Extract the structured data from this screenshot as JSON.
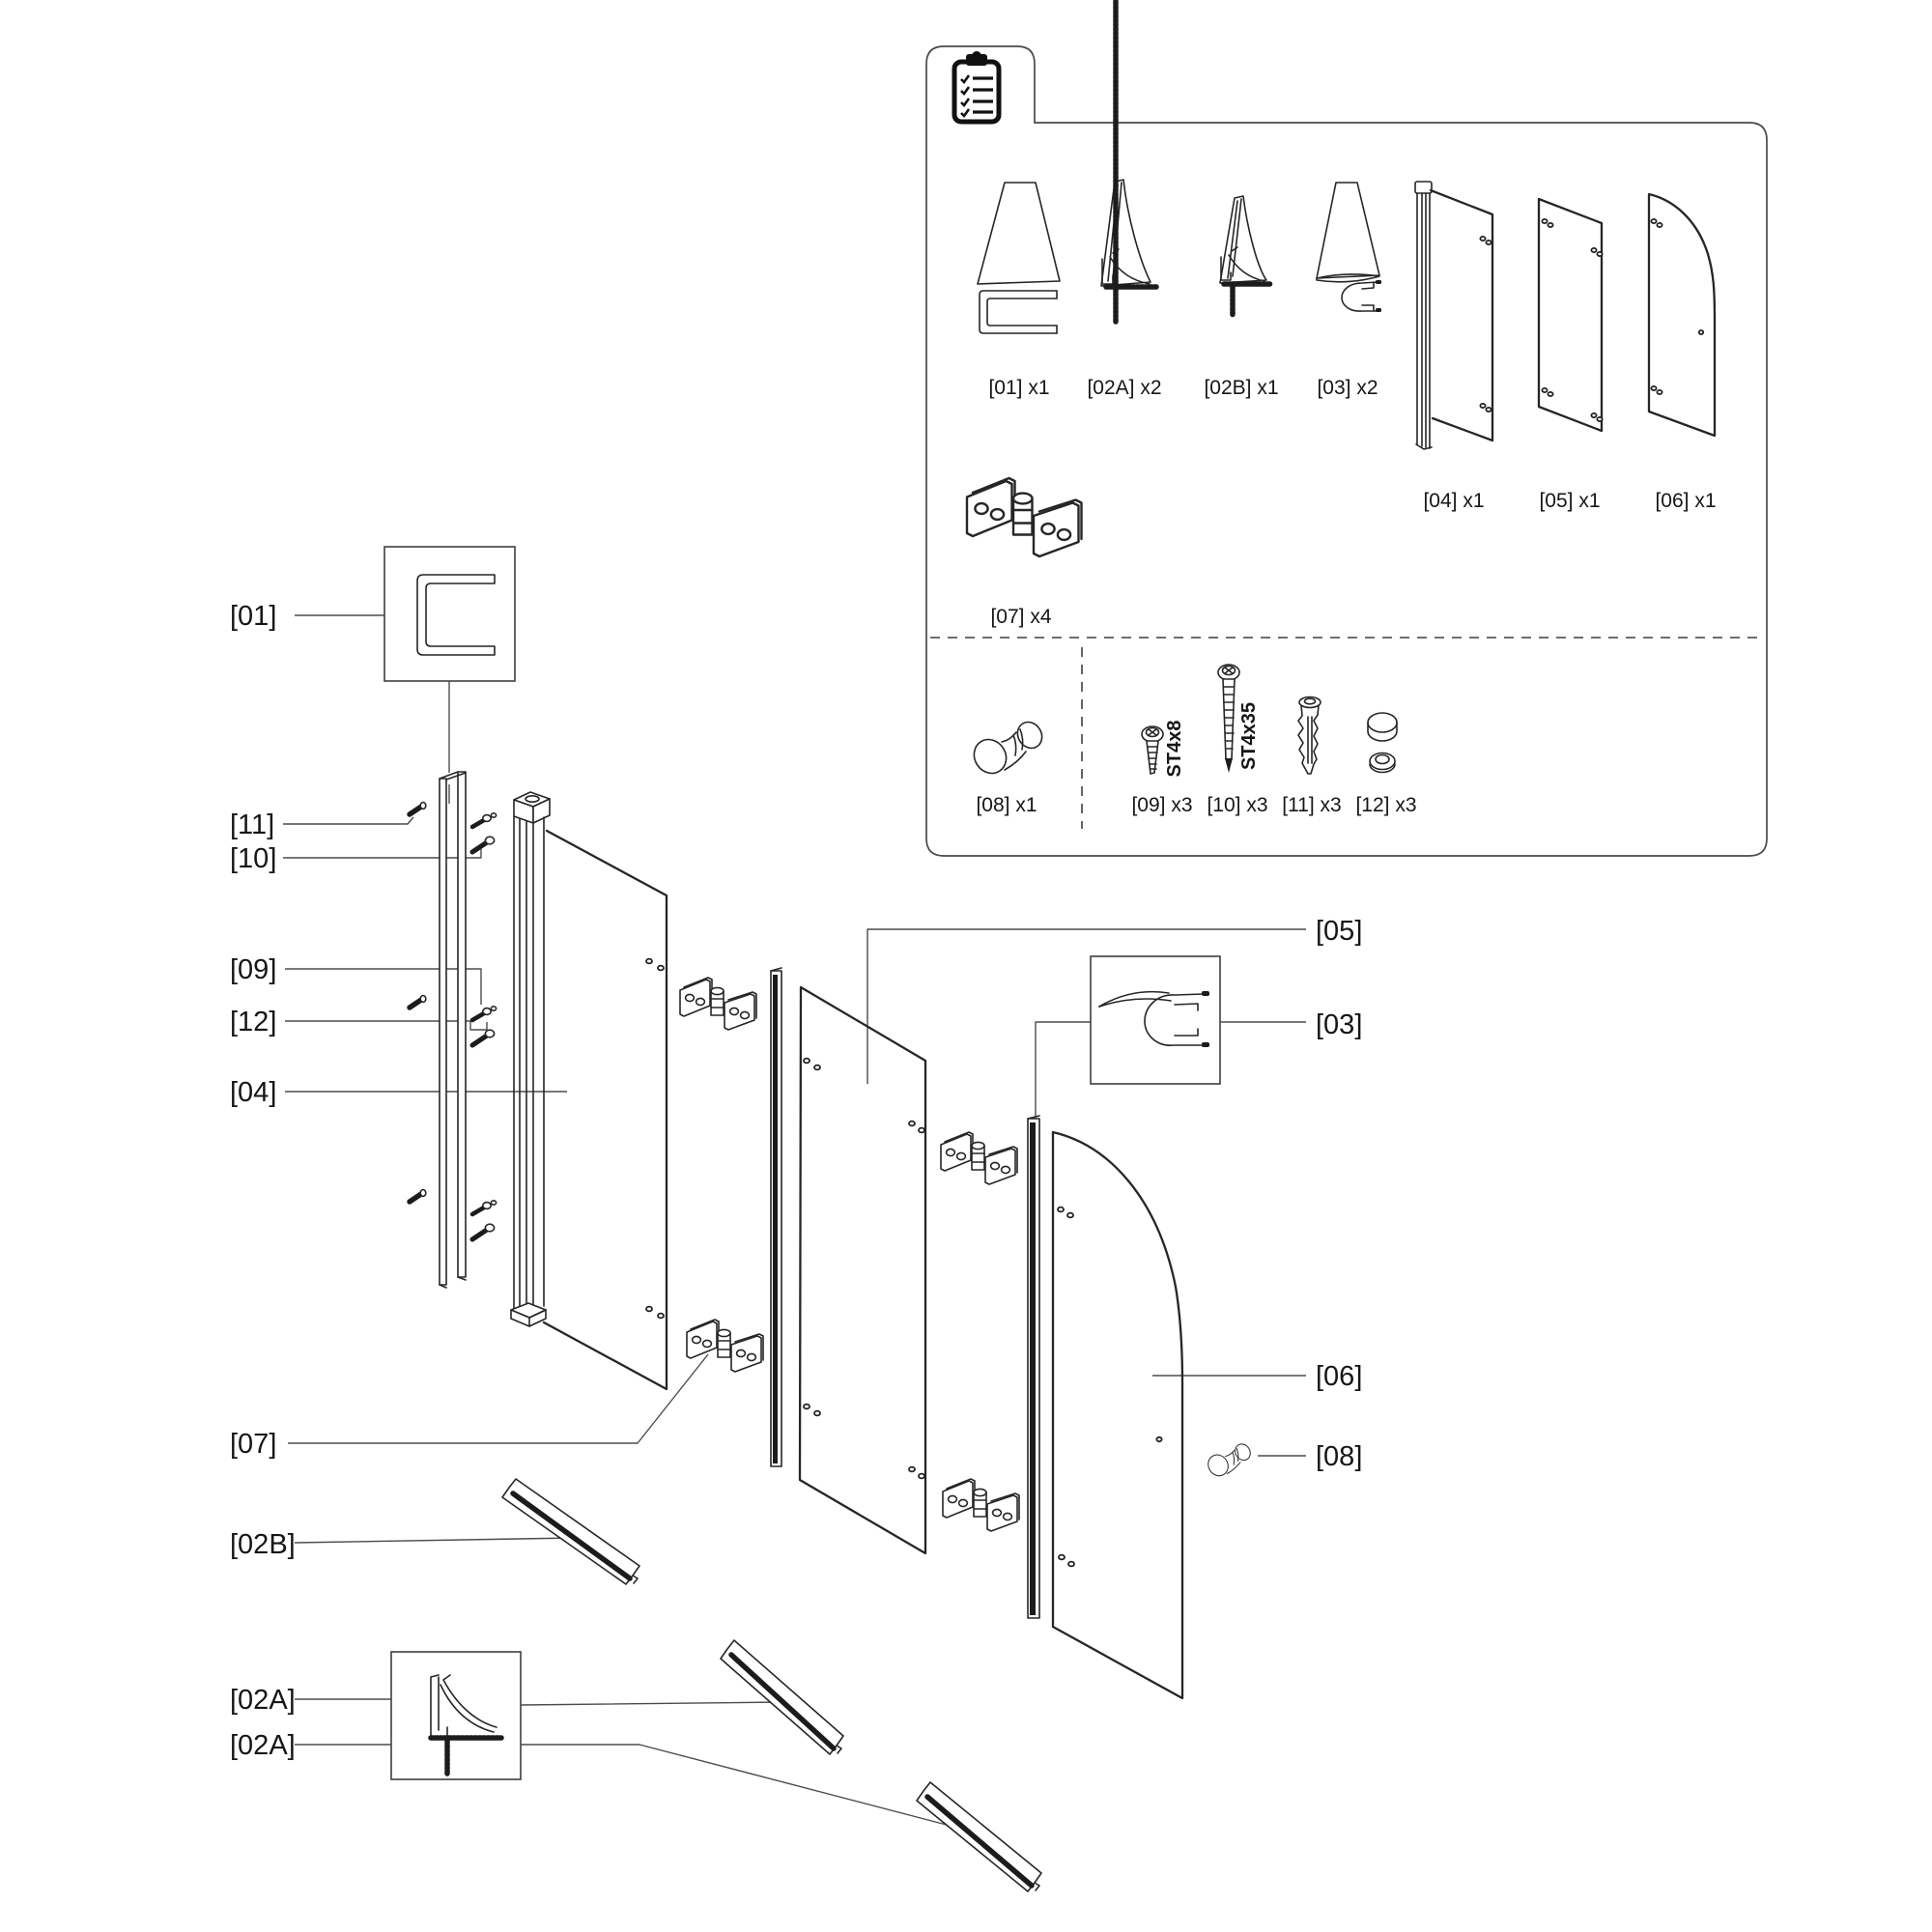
{
  "colors": {
    "line": "#262626",
    "dark_fill": "#1c1c1c",
    "leader": "#4c4c4c",
    "background": "#ffffff"
  },
  "parts_list": {
    "p01": {
      "label": "[01] x1"
    },
    "p02a": {
      "label": "[02A] x2"
    },
    "p02b": {
      "label": "[02B] x1"
    },
    "p03": {
      "label": "[03] x2"
    },
    "p04": {
      "label": "[04] x1"
    },
    "p05": {
      "label": "[05] x1"
    },
    "p06": {
      "label": "[06] x1"
    },
    "p07": {
      "label": "[07] x4"
    },
    "p08": {
      "label": "[08] x1"
    },
    "p09": {
      "label": "[09] x3",
      "size": "ST4x8"
    },
    "p10": {
      "label": "[10] x3",
      "size": "ST4x35"
    },
    "p11": {
      "label": "[11] x3"
    },
    "p12": {
      "label": "[12] x3"
    }
  },
  "callouts": {
    "c01": "[01]",
    "c11": "[11]",
    "c10": "[10]",
    "c09": "[09]",
    "c12": "[12]",
    "c04": "[04]",
    "c07": "[07]",
    "c02b": "[02B]",
    "c02a_1": "[02A]",
    "c02a_2": "[02A]",
    "c05": "[05]",
    "c03": "[03]",
    "c06": "[06]",
    "c08": "[08]"
  }
}
